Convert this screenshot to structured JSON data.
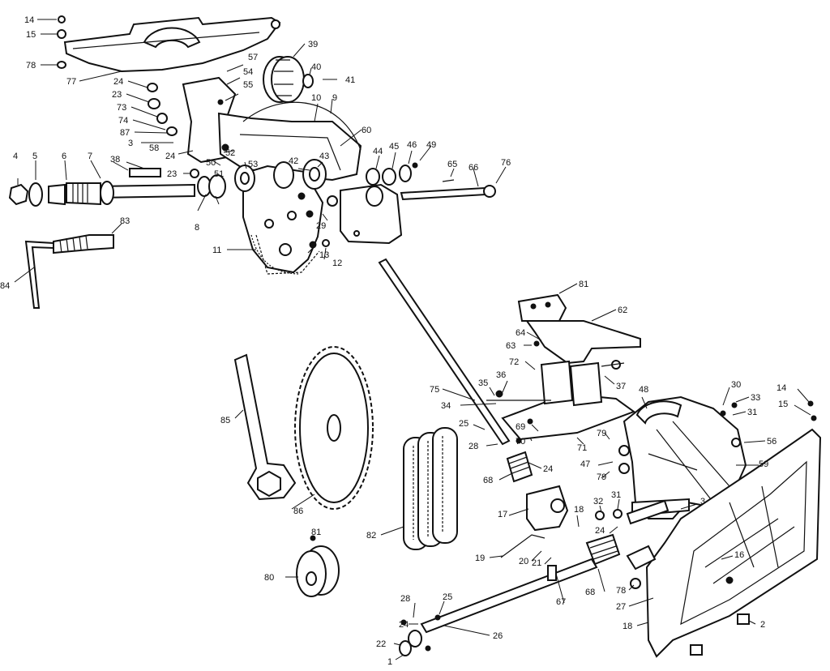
{
  "callouts": [
    {
      "id": "c14a",
      "text": "14"
    },
    {
      "id": "c15a",
      "text": "15"
    },
    {
      "id": "c78a",
      "text": "78"
    },
    {
      "id": "c77",
      "text": "77"
    },
    {
      "id": "c24a",
      "text": "24"
    },
    {
      "id": "c23a",
      "text": "23"
    },
    {
      "id": "c73",
      "text": "73"
    },
    {
      "id": "c74",
      "text": "74"
    },
    {
      "id": "c87",
      "text": "87"
    },
    {
      "id": "c3a",
      "text": "3"
    },
    {
      "id": "c58a",
      "text": "58"
    },
    {
      "id": "c24b",
      "text": "24"
    },
    {
      "id": "c38",
      "text": "38"
    },
    {
      "id": "c23b",
      "text": "23"
    },
    {
      "id": "c50",
      "text": "50"
    },
    {
      "id": "c51",
      "text": "51"
    },
    {
      "id": "c52",
      "text": "52"
    },
    {
      "id": "c53",
      "text": "53"
    },
    {
      "id": "c54",
      "text": "54"
    },
    {
      "id": "c55",
      "text": "55"
    },
    {
      "id": "c57",
      "text": "57"
    },
    {
      "id": "c39",
      "text": "39"
    },
    {
      "id": "c40",
      "text": "40"
    },
    {
      "id": "c41",
      "text": "41"
    },
    {
      "id": "c10",
      "text": "10"
    },
    {
      "id": "c9",
      "text": "9"
    },
    {
      "id": "c60",
      "text": "60"
    },
    {
      "id": "c42",
      "text": "42"
    },
    {
      "id": "c43",
      "text": "43"
    },
    {
      "id": "c44",
      "text": "44"
    },
    {
      "id": "c45",
      "text": "45"
    },
    {
      "id": "c46",
      "text": "46"
    },
    {
      "id": "c49",
      "text": "49"
    },
    {
      "id": "c65",
      "text": "65"
    },
    {
      "id": "c66",
      "text": "66"
    },
    {
      "id": "c76",
      "text": "76"
    },
    {
      "id": "c4",
      "text": "4"
    },
    {
      "id": "c5",
      "text": "5"
    },
    {
      "id": "c6",
      "text": "6"
    },
    {
      "id": "c7",
      "text": "7"
    },
    {
      "id": "c8",
      "text": "8"
    },
    {
      "id": "c29",
      "text": "29"
    },
    {
      "id": "c83",
      "text": "83"
    },
    {
      "id": "c84",
      "text": "84"
    },
    {
      "id": "c11",
      "text": "11"
    },
    {
      "id": "c13",
      "text": "13"
    },
    {
      "id": "c12",
      "text": "12"
    },
    {
      "id": "c81a",
      "text": "81"
    },
    {
      "id": "c62a",
      "text": "62"
    },
    {
      "id": "c64",
      "text": "64"
    },
    {
      "id": "c63",
      "text": "63"
    },
    {
      "id": "c72",
      "text": "72"
    },
    {
      "id": "c36",
      "text": "36"
    },
    {
      "id": "c35",
      "text": "35"
    },
    {
      "id": "c37",
      "text": "37"
    },
    {
      "id": "c75",
      "text": "75"
    },
    {
      "id": "c34",
      "text": "34"
    },
    {
      "id": "c25a",
      "text": "25"
    },
    {
      "id": "c69",
      "text": "69"
    },
    {
      "id": "c70",
      "text": "70"
    },
    {
      "id": "c28a",
      "text": "28"
    },
    {
      "id": "c24c",
      "text": "24"
    },
    {
      "id": "c68a",
      "text": "68"
    },
    {
      "id": "c71",
      "text": "71"
    },
    {
      "id": "c79a",
      "text": "79"
    },
    {
      "id": "c47",
      "text": "47"
    },
    {
      "id": "c79b",
      "text": "79"
    },
    {
      "id": "c48",
      "text": "48"
    },
    {
      "id": "c30",
      "text": "30"
    },
    {
      "id": "c33",
      "text": "33"
    },
    {
      "id": "c31a",
      "text": "31"
    },
    {
      "id": "c14b",
      "text": "14"
    },
    {
      "id": "c15b",
      "text": "15"
    },
    {
      "id": "c56",
      "text": "56"
    },
    {
      "id": "c59",
      "text": "59"
    },
    {
      "id": "c85",
      "text": "85"
    },
    {
      "id": "c86",
      "text": "86"
    },
    {
      "id": "c82b",
      "text": "82"
    },
    {
      "id": "c17",
      "text": "17"
    },
    {
      "id": "c18a",
      "text": "18"
    },
    {
      "id": "c19",
      "text": "19"
    },
    {
      "id": "c20",
      "text": "20"
    },
    {
      "id": "c21",
      "text": "21"
    },
    {
      "id": "c32",
      "text": "32"
    },
    {
      "id": "c31b",
      "text": "31"
    },
    {
      "id": "c24d",
      "text": "24"
    },
    {
      "id": "c3b",
      "text": "3"
    },
    {
      "id": "c68b",
      "text": "68"
    },
    {
      "id": "c16",
      "text": "16"
    },
    {
      "id": "c78b",
      "text": "78"
    },
    {
      "id": "c27",
      "text": "27"
    },
    {
      "id": "c81b",
      "text": "81"
    },
    {
      "id": "c80",
      "text": "80"
    },
    {
      "id": "c67",
      "text": "67"
    },
    {
      "id": "c28b",
      "text": "28"
    },
    {
      "id": "c25b",
      "text": "25"
    },
    {
      "id": "c24e",
      "text": "24"
    },
    {
      "id": "c26",
      "text": "26"
    },
    {
      "id": "c22",
      "text": "22"
    },
    {
      "id": "c1",
      "text": "1"
    },
    {
      "id": "c18b",
      "text": "18"
    },
    {
      "id": "c2",
      "text": "2"
    }
  ]
}
